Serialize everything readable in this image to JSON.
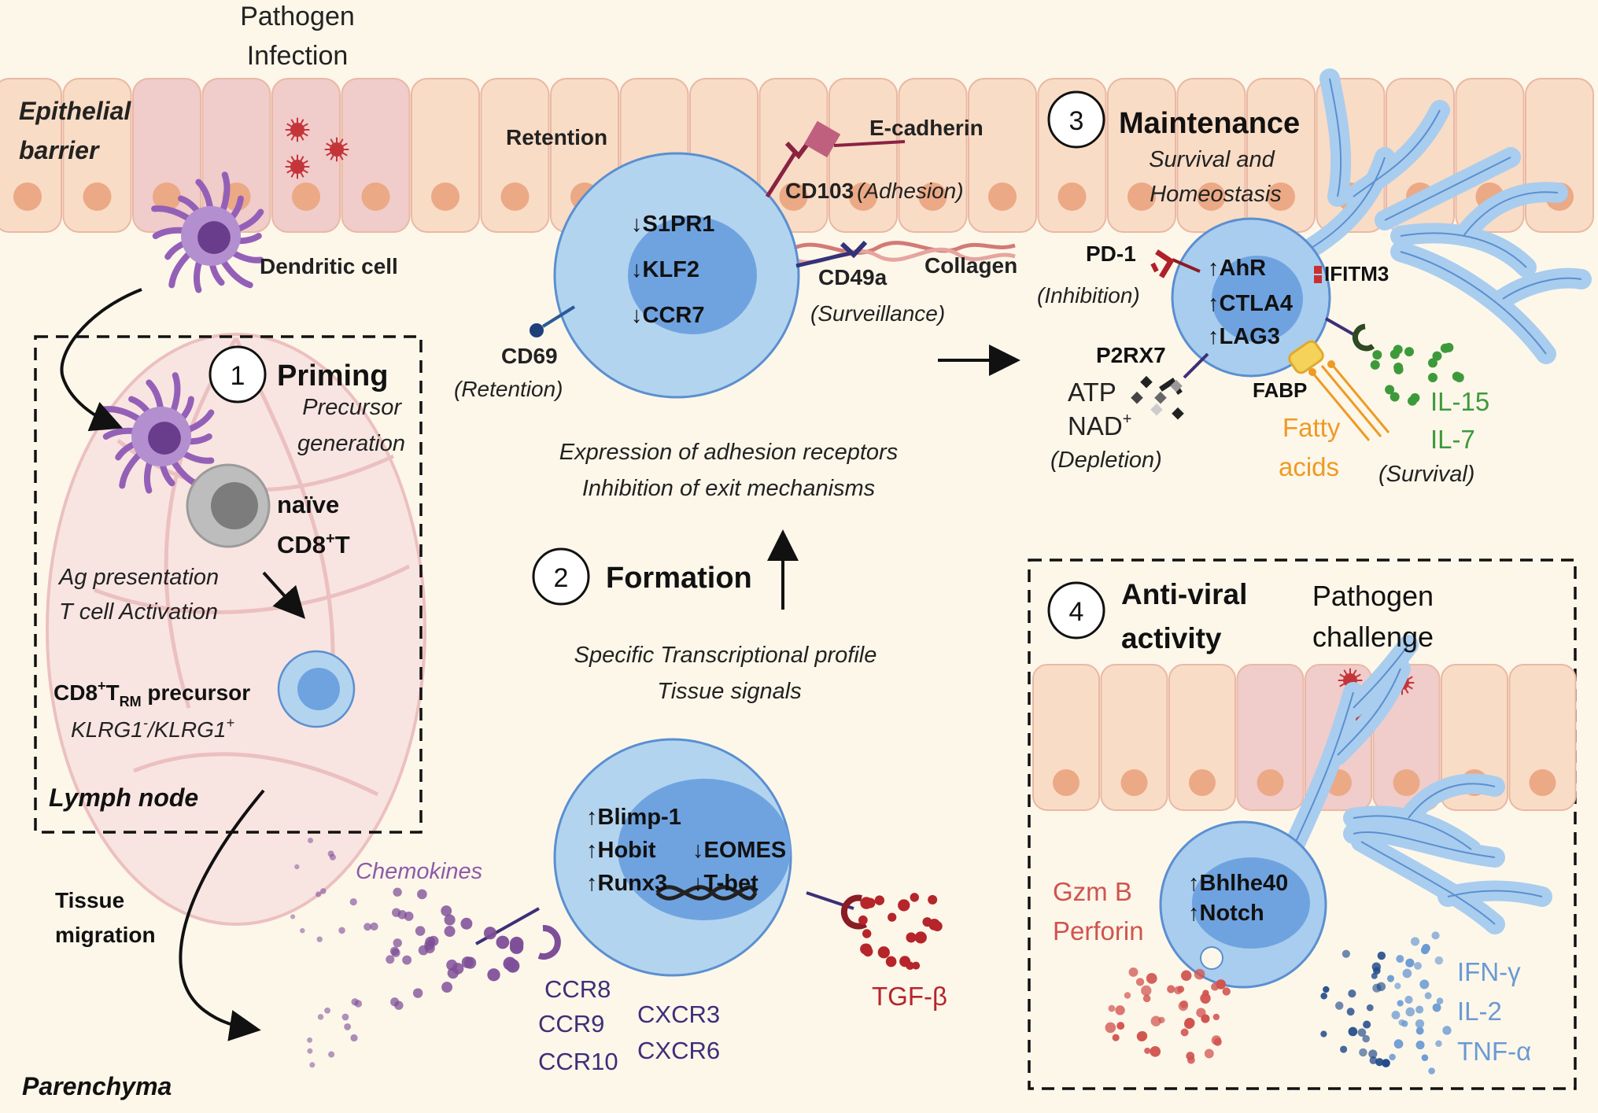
{
  "top": {
    "pathogen_infection_line1": "Pathogen",
    "pathogen_infection_line2": "Infection",
    "epithelial_line1": "Epithelial",
    "epithelial_line2": "barrier",
    "dendritic_cell": "Dendritic cell",
    "retention": "Retention",
    "e_cadherin": "E-cadherin",
    "cd103": "CD103",
    "cd103_role": "(Adhesion)",
    "collagen": "Collagen",
    "cd49a": "CD49a",
    "cd49a_role": "(Surveillance)",
    "cd69": "CD69",
    "cd69_role": "(Retention)",
    "exit_genes": [
      "S1PR1",
      "KLF2",
      "CCR7"
    ],
    "expression_line1": "Expression of adhesion receptors",
    "expression_line2": "Inhibition of exit mechanisms"
  },
  "step1": {
    "number": "1",
    "title": "Priming",
    "subtitle_line1": "Precursor",
    "subtitle_line2": "generation",
    "naive_line1": "naïve",
    "naive_line2": "CD8",
    "naive_sup": "+",
    "naive_tail": "T",
    "ag_line1": "Ag presentation",
    "ag_line2": "T cell Activation",
    "precursor_a": "CD8",
    "precursor_sup": "+",
    "precursor_b": "T",
    "precursor_sub": "RM",
    "precursor_c": " precursor",
    "klrg_a": "KLRG1",
    "klrg_sup1": "-",
    "klrg_b": "/KLRG1",
    "klrg_sup2": "+",
    "lymph_node": "Lymph node"
  },
  "step2": {
    "number": "2",
    "title": "Formation",
    "profile_line1": "Specific Transcriptional profile",
    "profile_line2": "Tissue signals",
    "up_genes": [
      "Blimp-1",
      "Hobit",
      "Runx3"
    ],
    "down_genes": [
      "EOMES",
      "T-bet"
    ],
    "chemokines": "Chemokines",
    "tissue_migration_line1": "Tissue",
    "tissue_migration_line2": "migration",
    "receptors_col1": [
      "CCR8",
      "CCR9",
      "CCR10"
    ],
    "receptors_col2": [
      "CXCR3",
      "CXCR6"
    ],
    "tgf": "TGF-β",
    "parenchyma": "Parenchyma"
  },
  "step3": {
    "number": "3",
    "title": "Maintenance",
    "subtitle_line1": "Survival and",
    "subtitle_line2": "Homeostasis",
    "pd1": "PD-1",
    "pd1_role": "(Inhibition)",
    "up_genes": [
      "AhR",
      "CTLA4",
      "LAG3"
    ],
    "ifitm3": "IFITM3",
    "p2rx7": "P2RX7",
    "atp": "ATP",
    "nad": "NAD",
    "nad_sup": "+",
    "depletion": "(Depletion)",
    "fabp": "FABP",
    "fatty_line1": "Fatty",
    "fatty_line2": "acids",
    "il15": "IL-15",
    "il7": "IL-7",
    "survival": "(Survival)"
  },
  "step4": {
    "number": "4",
    "title_line1": "Anti-viral",
    "title_line2": "activity",
    "challenge_line1": "Pathogen",
    "challenge_line2": "challenge",
    "up_genes": [
      "Bhlhe40",
      "Notch"
    ],
    "gzm": "Gzm B",
    "perforin": "Perforin",
    "cytokines": [
      "IFN-γ",
      "IL-2",
      "TNF-α"
    ]
  },
  "colors": {
    "background": "#fdf7ea",
    "epithelium": "#f9dcc5",
    "infected_epithelium": "#f0cccb",
    "nucleus": "#eba985",
    "tcell_outer": "#b3d4ef",
    "tcell_inner": "#6fa3e0",
    "cell_outline": "#5b8fd0",
    "dendritic": "#9460b7",
    "virus": "#c4353a",
    "chemokine": "#7e4e98",
    "receptor_purple": "#3d2f78",
    "tgf": "#b5252a",
    "il_green": "#3d9a3a",
    "fatty_orange": "#ef9a24",
    "cytokine_blue": "#6a9ad3",
    "gzm_red": "#d0544f"
  }
}
